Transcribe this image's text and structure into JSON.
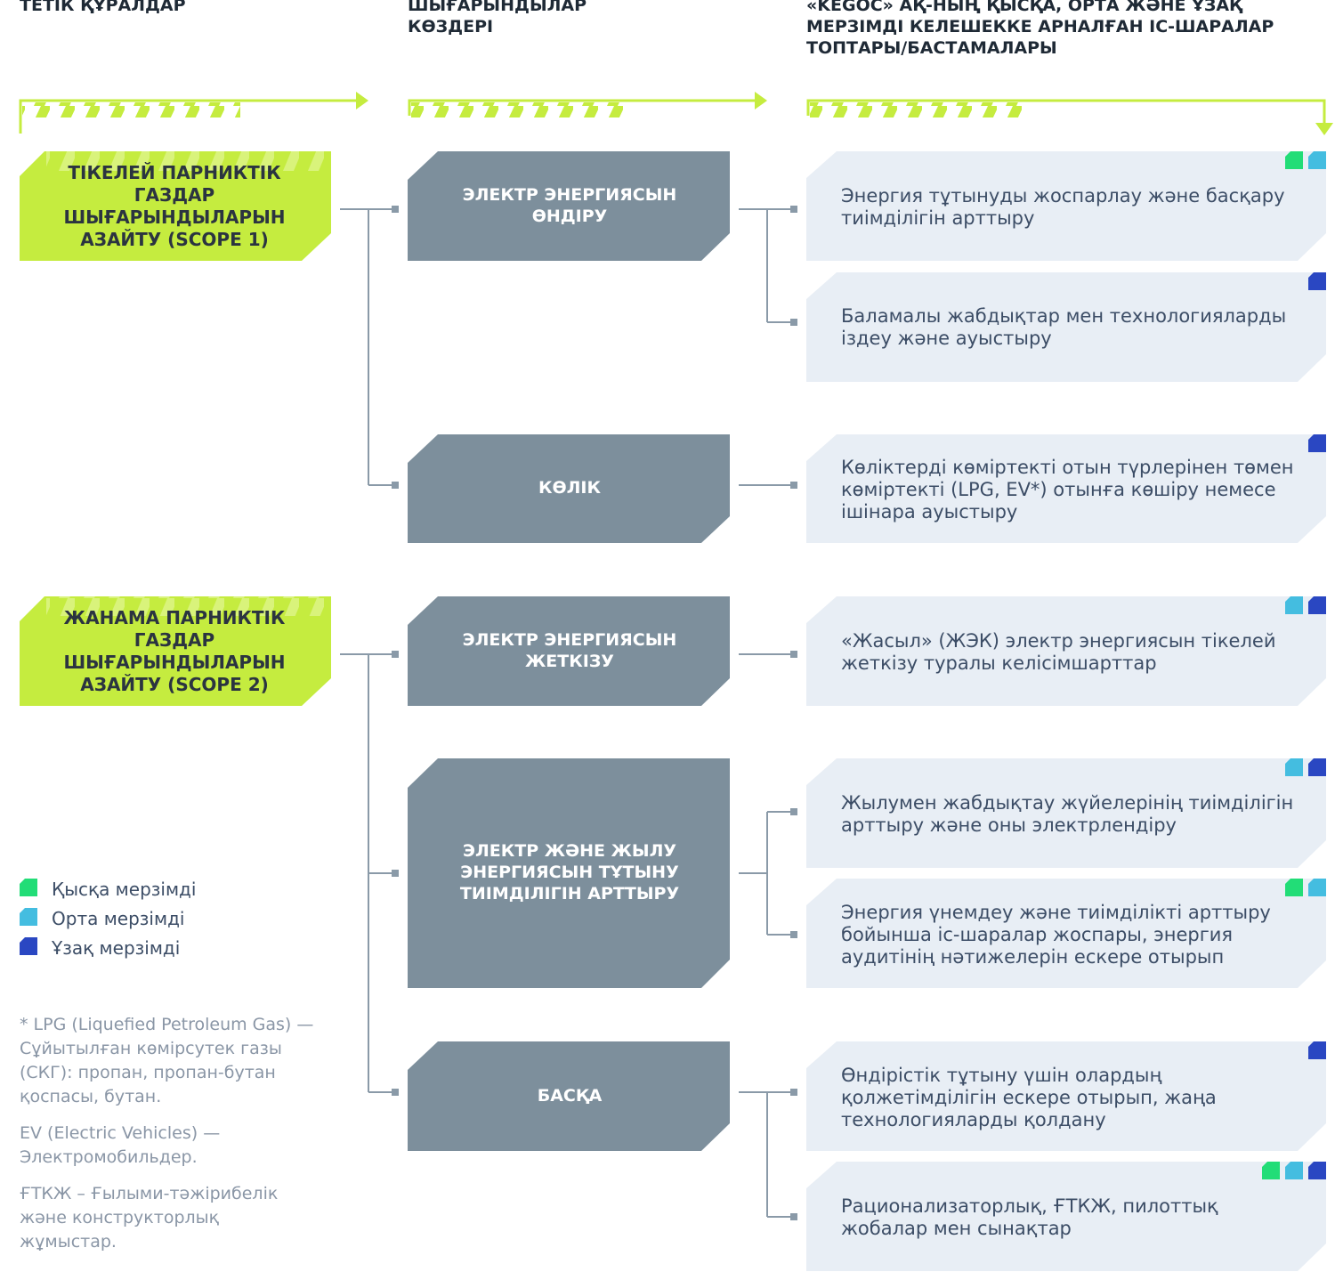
{
  "headers": {
    "levers": "ТЕТІК ҚҰРАЛДАР",
    "sources": "ШЫҒАРЫНДЫЛАР КӨЗДЕРІ",
    "initiatives": "«KEGOC» АҚ-НЫҢ ҚЫСҚА, ОРТА ЖӘНЕ ҰЗАҚ МЕРЗІМДІ КЕЛЕШЕККЕ АРНАЛҒАН ІС-ШАРАЛАР ТОПТАРЫ/БАСТАМАЛАРЫ"
  },
  "levers": [
    {
      "text": "ТІКЕЛЕЙ ПАРНИКТІК ГАЗДАР ШЫҒАРЫНДЫЛАРЫН АЗАЙТУ (SCOPE 1)"
    },
    {
      "text": "ЖАНАМА ПАРНИКТІК ГАЗДАР ШЫҒАРЫНДЫЛАРЫН АЗАЙТУ (SCOPE 2)"
    }
  ],
  "sources": [
    {
      "text": "ЭЛЕКТР ЭНЕРГИЯСЫН ӨНДІРУ"
    },
    {
      "text": "КӨЛІК"
    },
    {
      "text": "ЭЛЕКТР ЭНЕРГИЯСЫН ЖЕТКІЗУ"
    },
    {
      "text": "ЭЛЕКТР ЖӘНЕ ЖЫЛУ ЭНЕРГИЯСЫН ТҰТЫНУ ТИІМДІЛІГІН АРТТЫРУ"
    },
    {
      "text": "БАСҚА"
    }
  ],
  "initiatives": [
    {
      "text": "Энергия тұтынуды жоспарлау және басқару тиімділігін арттыру",
      "terms": [
        "short",
        "medium"
      ]
    },
    {
      "text": "Баламалы жабдықтар мен технологияларды іздеу және ауыстыру",
      "terms": [
        "long"
      ]
    },
    {
      "text": "Көліктерді көміртекті отын түрлерінен төмен көміртекті (LPG, EV*) отынға көшіру немесе ішінара ауыстыру",
      "terms": [
        "long"
      ]
    },
    {
      "text": "«Жасыл» (ЖЭК) электр энергиясын тікелей жеткізу туралы келісімшарттар",
      "terms": [
        "medium",
        "long"
      ]
    },
    {
      "text": "Жылумен жабдықтау жүйелерінің тиімділігін арттыру және оны электрлендіру",
      "terms": [
        "medium",
        "long"
      ]
    },
    {
      "text": "Энергия үнемдеу және тиімділікті арттыру бойынша іс-шаралар жоспары, энергия аудитінің нәтижелерін ескере отырып",
      "terms": [
        "short",
        "medium"
      ]
    },
    {
      "text": "Өндірістік тұтыну үшін олардың қолжетімділігін ескере отырып, жаңа технологияларды қолдану",
      "terms": [
        "long"
      ]
    },
    {
      "text": "Рационализаторлық, ҒТКЖ, пилоттық жобалар мен сынақтар",
      "terms": [
        "short",
        "medium",
        "long"
      ]
    }
  ],
  "legend": [
    {
      "key": "short",
      "label": "Қысқа мерзімді",
      "color": "#22dd77"
    },
    {
      "key": "medium",
      "label": "Орта мерзімді",
      "color": "#44bde0"
    },
    {
      "key": "long",
      "label": "Ұзақ мерзімді",
      "color": "#2a47c2"
    }
  ],
  "notes": [
    "* LPG (Liquefied Petroleum Gas) — Сұйытылған көмірсутек газы (СКГ): пропан, пропан-бутан қоспасы, бутан.",
    "EV (Electric Vehicles) — Электромобильдер.",
    "ҒТКЖ – Ғылыми-тәжірибелік және конструкторлық жұмыстар."
  ],
  "colors": {
    "lime": "#c5ec3f",
    "slate": "#7d8f9c",
    "light_box": "#e8eef5",
    "connector": "#8a9aa8"
  }
}
